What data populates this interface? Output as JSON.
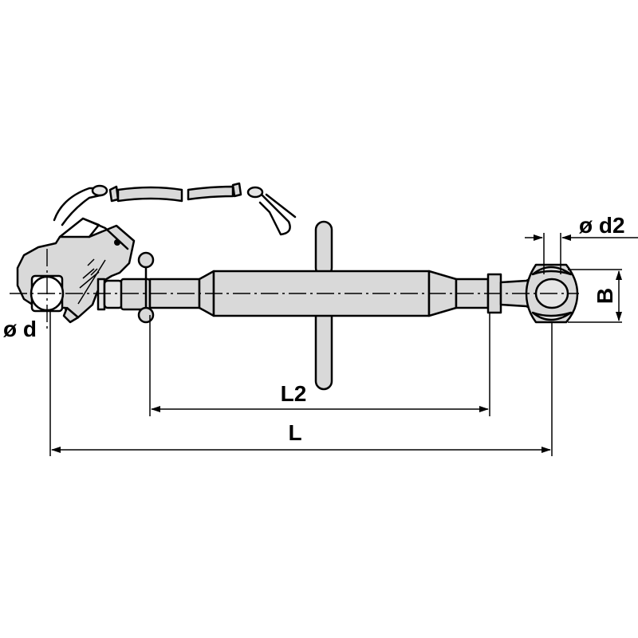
{
  "labels": {
    "d": "ø d",
    "d2": "ø d2",
    "B": "B",
    "L2": "L2",
    "L": "L"
  },
  "colors": {
    "stroke": "#000000",
    "fill": "#d9d9d9",
    "background": "#ffffff"
  }
}
